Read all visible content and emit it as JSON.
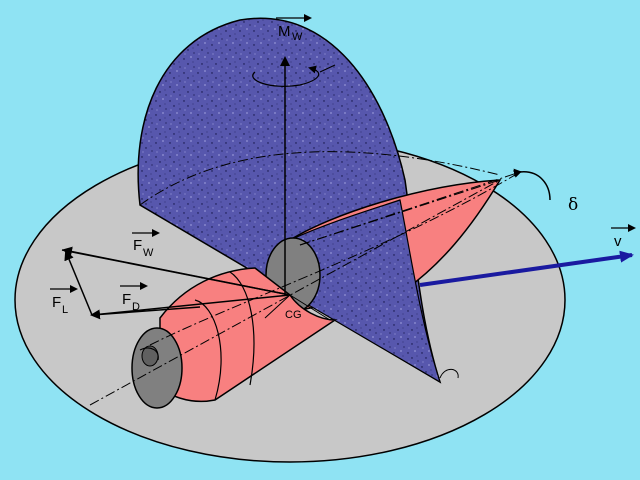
{
  "diagram": {
    "background": "#8fe3f3",
    "colors": {
      "plane": "#c8c8c8",
      "disk": "#5555aa",
      "body": "#f88080",
      "velocity": "#1a1aa0",
      "outline": "#000000"
    },
    "labels": {
      "moment": "M",
      "moment_sub": "W",
      "force_wind": "F",
      "force_wind_sub": "W",
      "force_lift": "F",
      "force_lift_sub": "L",
      "force_drag": "F",
      "force_drag_sub": "D",
      "velocity": "v",
      "angle": "δ",
      "center_of_gravity": "CG"
    }
  }
}
